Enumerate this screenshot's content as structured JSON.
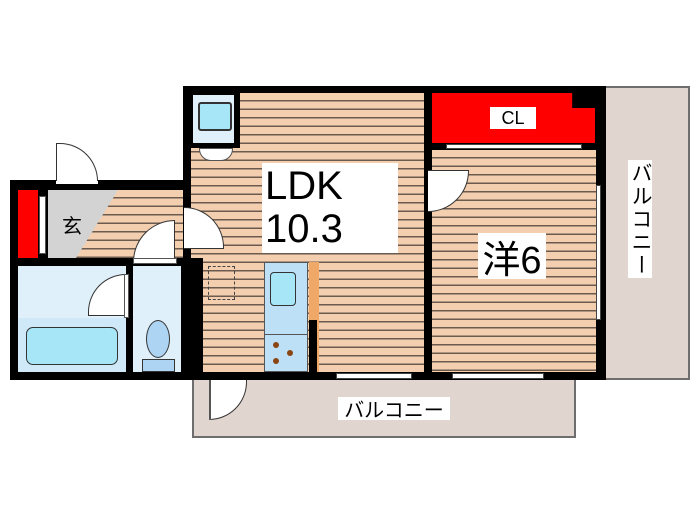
{
  "floorplan": {
    "rooms": {
      "ldk": {
        "name": "LDK",
        "size": "10.3"
      },
      "western": {
        "name": "洋",
        "size": "6",
        "label": "洋6"
      },
      "closet": {
        "label": "CL"
      },
      "entrance": {
        "label": "玄"
      },
      "balcony_right": {
        "label": "バルコニー"
      },
      "balcony_bottom": {
        "label": "バルコニー"
      }
    },
    "colors": {
      "wall": "#000000",
      "floor": "#f3cfb0",
      "floor_lines": "#6b5a4e",
      "closet": "#ff0000",
      "wet_area": "#dff0fb",
      "fixture": "#a6e6f7",
      "balcony": "#e0d6cf",
      "entrance": "#d3d3d3",
      "counter": "#f0a868"
    }
  }
}
